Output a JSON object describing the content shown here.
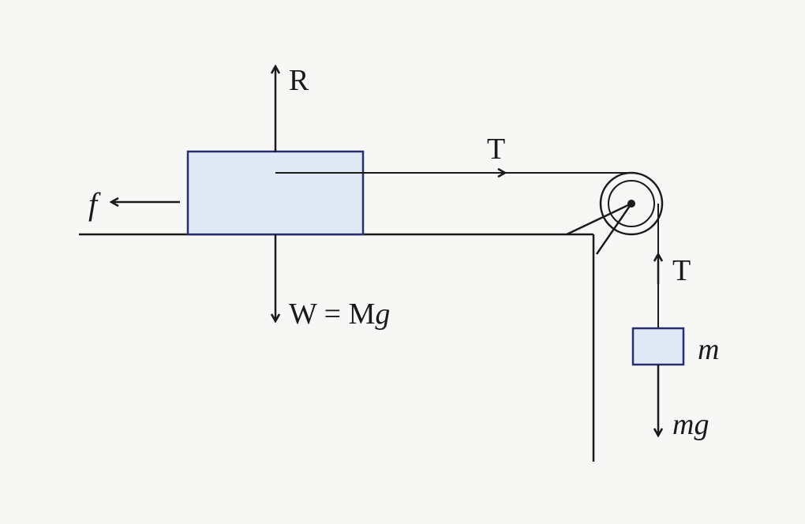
{
  "labels": {
    "normal_reaction": "R",
    "tension_horizontal": "T",
    "friction": "f",
    "weight_prefix": "W = M",
    "weight_g": "g",
    "tension_vertical": "T",
    "hanging_mass_m": "m",
    "hanging_weight_m": "m",
    "hanging_weight_g": "g"
  },
  "colors": {
    "block_fill": "#dfe9f6",
    "block_stroke": "#2a2e6e",
    "line": "#1a1a1a",
    "background": "#f7f7f5"
  }
}
